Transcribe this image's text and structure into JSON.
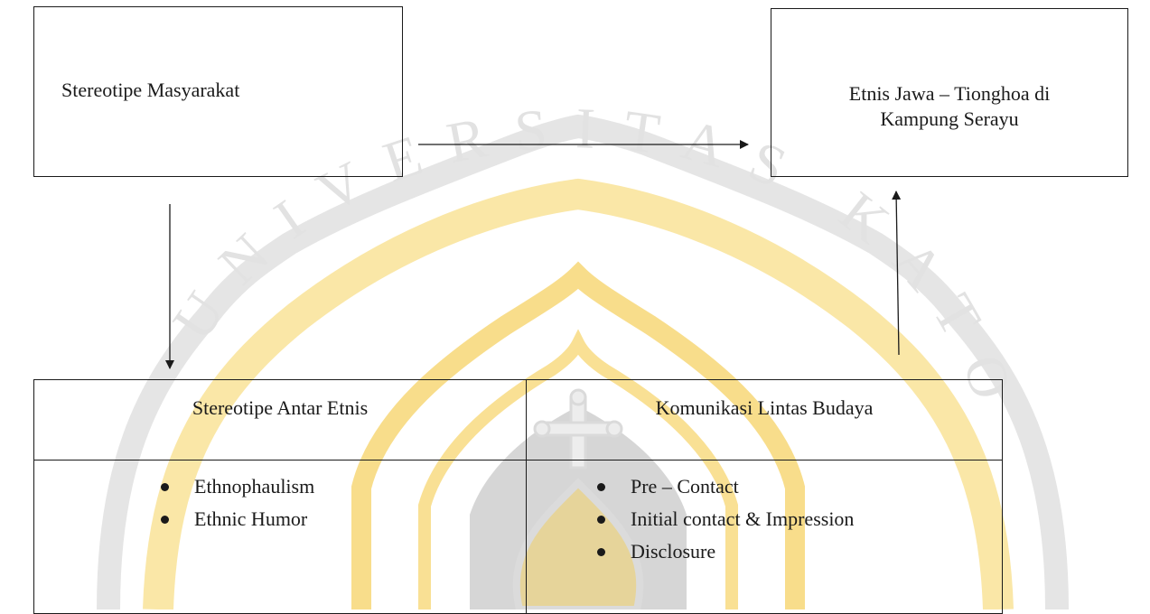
{
  "nodes": {
    "stereotype_masyarakat": "Stereotipe Masyarakat",
    "ethnic_group_line1": "Etnis Jawa – Tionghoa di",
    "ethnic_group_line2": "Kampung Serayu"
  },
  "table": {
    "left": {
      "header": "Stereotipe Antar Etnis",
      "items": [
        "Ethnophaulism",
        "Ethnic Humor"
      ]
    },
    "right": {
      "header": "Komunikasi Lintas Budaya",
      "items": [
        "Pre – Contact",
        "Initial contact & Impression",
        "Disclosure"
      ]
    }
  },
  "watermark": {
    "text": "UNIVERSITAS KATOLIK",
    "colors": {
      "gold": "#f4c63d",
      "gray": "#d8d8d8",
      "shade": "#e9e9e9"
    }
  },
  "colors": {
    "line": "#1a1a1a",
    "background": "#ffffff"
  }
}
